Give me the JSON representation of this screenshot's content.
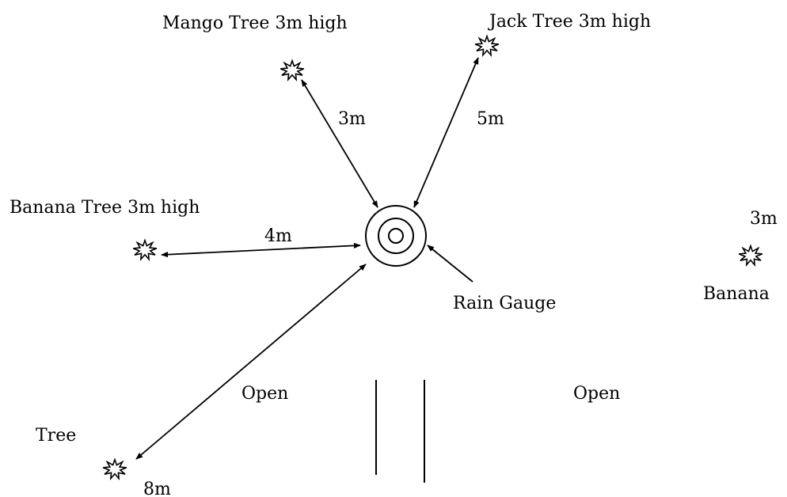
{
  "labels": {
    "mango_tree": "Mango Tree 3m high",
    "jack_tree": "Jack Tree 3m high",
    "banana_tree_left": "Banana Tree 3m high",
    "banana_right": "Banana",
    "banana_right_height": "3m",
    "tree_bottom": "Tree",
    "rain_gauge": "Rain Gauge",
    "open_left": "Open",
    "open_right": "Open"
  },
  "distances": {
    "mango": "3m",
    "jack": "5m",
    "banana": "4m",
    "tree": "8m"
  },
  "colors": {
    "ink": "#000000",
    "background": "#ffffff"
  }
}
